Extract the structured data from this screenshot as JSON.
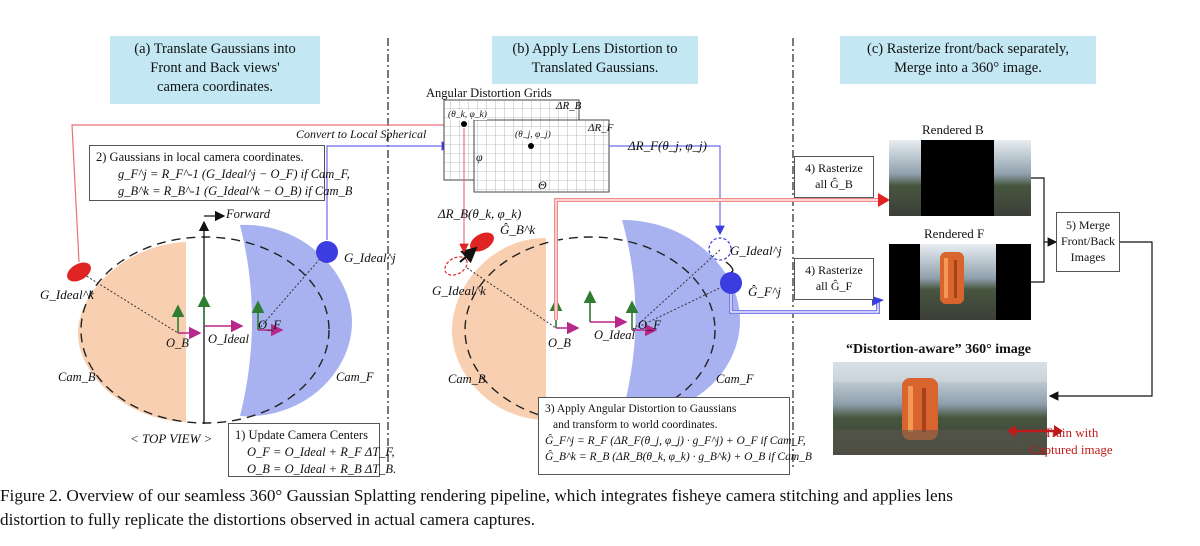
{
  "panels": {
    "a": {
      "title_lines": [
        "(a) Translate Gaussians into",
        "Front and Back views'",
        "camera coordinates."
      ]
    },
    "b": {
      "title_lines": [
        "(b) Apply Lens Distortion to",
        "Translated Gaussians."
      ]
    },
    "c": {
      "title_lines": [
        "(c) Rasterize front/back separately,",
        "Merge into a 360° image."
      ]
    }
  },
  "step1": {
    "lines": [
      "1) Update Camera Centers",
      "O_F = O_Ideal + R_F ΔT_F,",
      "O_B = O_Ideal + R_B ΔT_B."
    ]
  },
  "step2": {
    "lines": [
      "2) Gaussians in local camera coordinates.",
      "g_F^j = R_F^-1 (G_Ideal^j − O_F) if Cam_F,",
      "g_B^k = R_B^-1 (G_Ideal^k − O_B) if Cam_B"
    ]
  },
  "step3": {
    "lines": [
      "3) Apply Angular Distortion to Gaussians",
      "and transform to world coordinates.",
      "Ĝ_F^j = R_F (ΔR_F(θ_j, φ_j) · g_F^j) + O_F if Cam_F,",
      "Ĝ_B^k = R_B (ΔR_B(θ_k, φ_k) · g_B^k) + O_B if Cam_B"
    ]
  },
  "step4_top": {
    "lines": [
      "4) Rasterize",
      "all Ĝ_B"
    ]
  },
  "step4_bottom": {
    "lines": [
      "4) Rasterize",
      "all Ĝ_F"
    ]
  },
  "step5": {
    "lines": [
      "5) Merge",
      "Front/Back",
      "Images"
    ]
  },
  "labels": {
    "forward": "Forward",
    "top_view": "< TOP VIEW >",
    "convert": "Convert to Local Spherical",
    "grids_title": "Angular Distortion Grids",
    "delta_rb_grid": "ΔR_B",
    "delta_rf_grid": "ΔR_F",
    "theta_k_phi_k": "(θ_k, φ_k)",
    "theta_j_phi_j": "(θ_j, φ_j)",
    "phi": "φ",
    "theta": "Θ",
    "delta_rf_fn": "ΔR_F(θ_j, φ_j)",
    "delta_rb_fn": "ΔR_B(θ_k, φ_k)",
    "g_ideal_k": "G_Ideal^k",
    "g_ideal_j": "G_Ideal^j",
    "g_hat_b_k": "Ĝ_B^k",
    "g_hat_f_j": "Ĝ_F^j",
    "o_b": "O_B",
    "o_f": "O_F",
    "o_ideal": "O_Ideal",
    "cam_b": "Cam_B",
    "cam_f": "Cam_F",
    "rendered_b": "Rendered B",
    "rendered_f": "Rendered F",
    "distortion_aware": "“Distortion-aware” 360° image",
    "train_lines": [
      "Train with",
      "Captured image"
    ]
  },
  "caption_lines": [
    "Figure 2. Overview of our seamless 360° Gaussian Splatting rendering pipeline, which integrates fisheye camera stitching and applies lens",
    "distortion to fully replicate the distortions observed in actual camera captures."
  ],
  "colors": {
    "header_bg": "#c3e8f4",
    "cam_b_fill": "#f9cfb1",
    "cam_f_fill": "#a8b2f0",
    "red": "#e02424",
    "blue": "#3b3de0",
    "green": "#2e7d32",
    "magenta": "#b8278a"
  }
}
